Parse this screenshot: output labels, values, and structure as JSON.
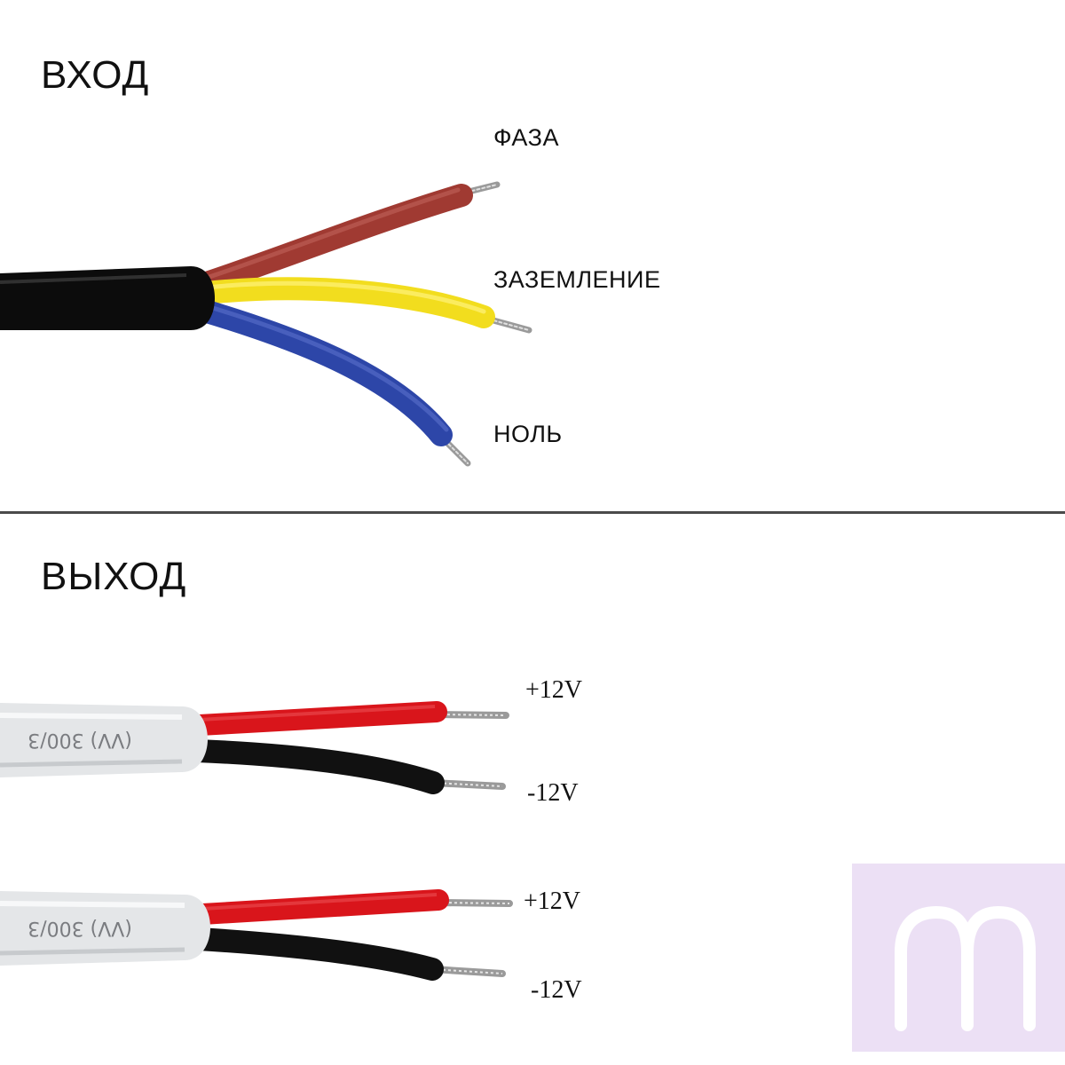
{
  "input_section": {
    "heading": "ВХОД",
    "cable_jacket_color": "#0c0c0c",
    "wires": [
      {
        "label": "ФАЗА",
        "color": "#a03a32"
      },
      {
        "label": "ЗАЗЕМЛЕНИЕ",
        "color": "#f2dd1e"
      },
      {
        "label": "НОЛЬ",
        "color": "#2d46a8"
      }
    ]
  },
  "output_section": {
    "heading": "ВЫХОД",
    "cable_jacket_color": "#e4e6e8",
    "cables": [
      {
        "jacket_text": "(VV) 300/3",
        "positive_label": "+12V",
        "negative_label": "-12V",
        "positive_color": "#d9151b",
        "negative_color": "#111111"
      },
      {
        "jacket_text": "(VV) 300/3",
        "positive_label": "+12V",
        "negative_label": "-12V",
        "positive_color": "#d9151b",
        "negative_color": "#111111"
      }
    ]
  },
  "watermark": {
    "icon": "m-logo-icon",
    "background": "#ece0f5",
    "color": "#ffffff"
  }
}
